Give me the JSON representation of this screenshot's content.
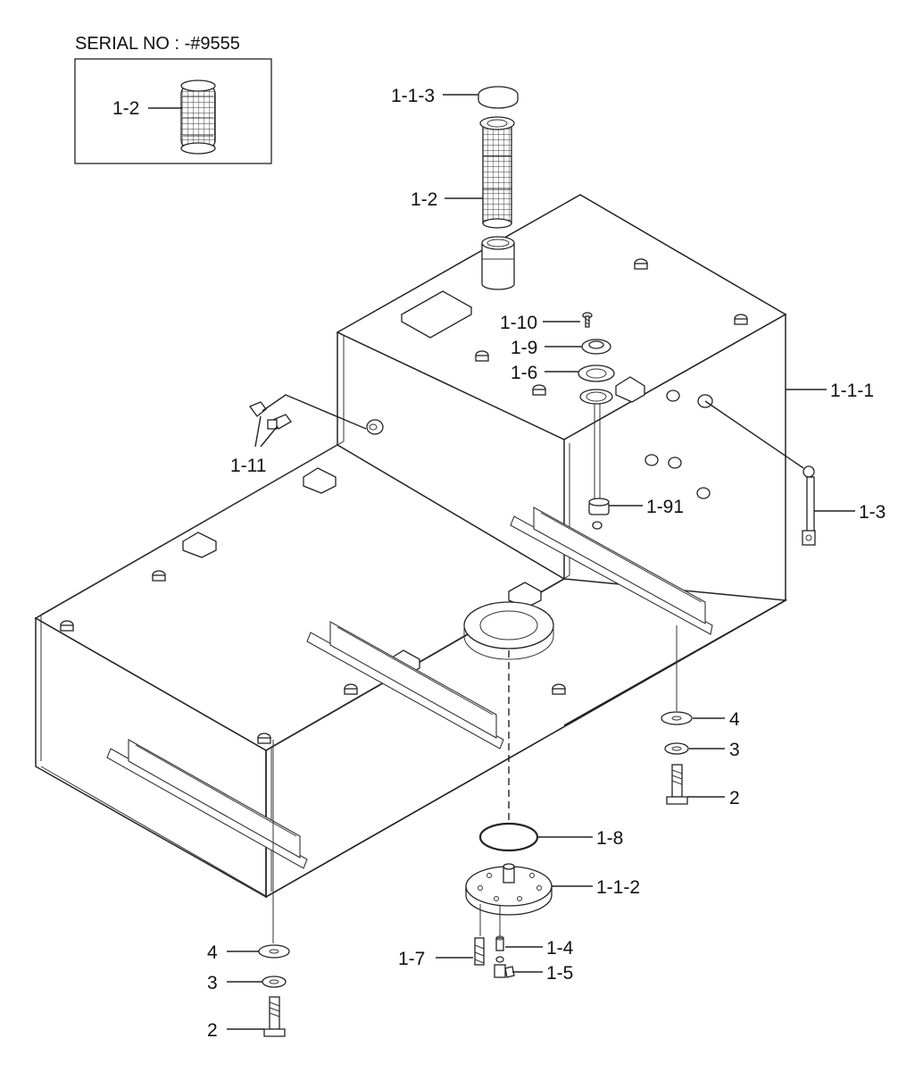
{
  "header": {
    "serial_text": "SERIAL NO : -#9555",
    "inset_label": "1-2"
  },
  "labels": {
    "l_1_1_3": "1-1-3",
    "l_1_2": "1-2",
    "l_1_10": "1-10",
    "l_1_9": "1-9",
    "l_1_6": "1-6",
    "l_1_1_1": "1-1-1",
    "l_1_11": "1-11",
    "l_1_91": "1-91",
    "l_1_3": "1-3",
    "l_4_right": "4",
    "l_3_right": "3",
    "l_2_right": "2",
    "l_1_8": "1-8",
    "l_1_1_2": "1-1-2",
    "l_1_4": "1-4",
    "l_1_7": "1-7",
    "l_1_5": "1-5",
    "l_4_left": "4",
    "l_3_left": "3",
    "l_2_left": "2"
  },
  "icons": [
    "strainer-icon",
    "fuel-tank-icon",
    "bolt-icon",
    "washer-icon",
    "o-ring-icon",
    "flange-icon",
    "level-gauge-icon"
  ],
  "colors": {
    "line": "#222222",
    "background": "#ffffff"
  }
}
